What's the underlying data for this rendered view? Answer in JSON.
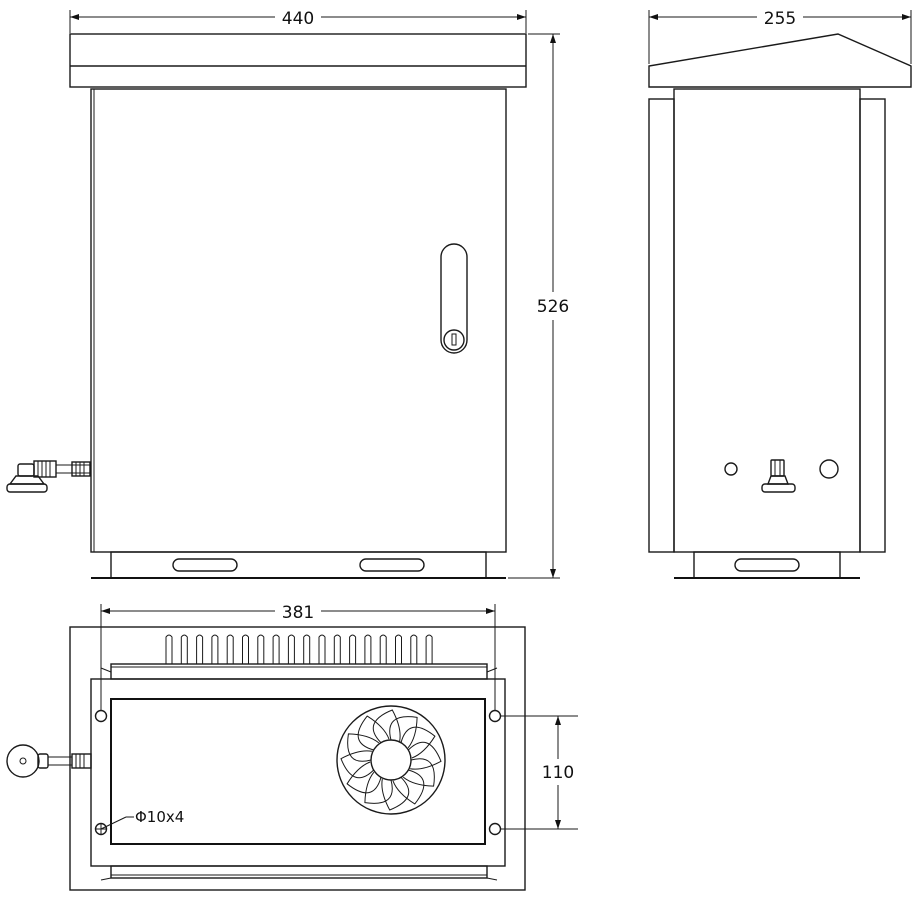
{
  "dimensions": {
    "front_width": "440",
    "side_depth": "255",
    "height": "526",
    "bottom_hole_spacing": "381",
    "bottom_hole_pitch": "110"
  },
  "annotations": {
    "hole_spec": "Φ10x4"
  }
}
